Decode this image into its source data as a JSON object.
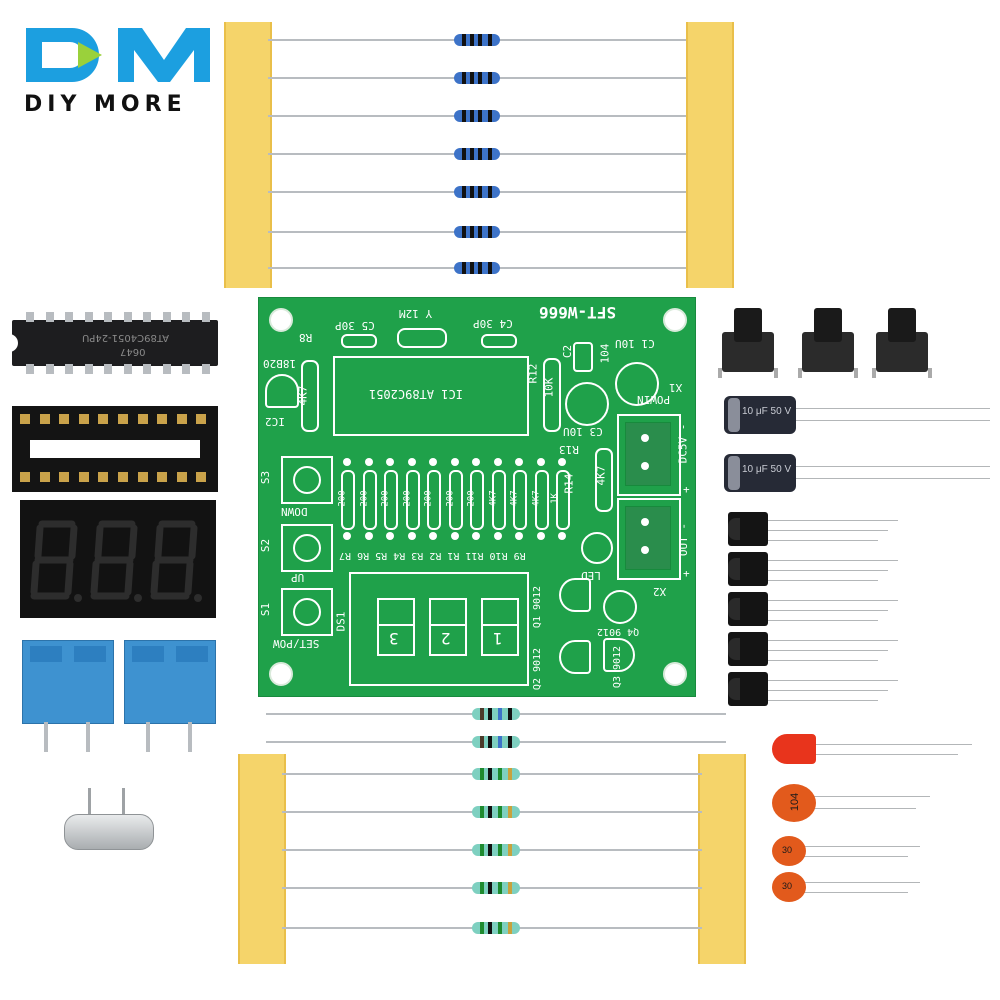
{
  "logo": {
    "letters": "DM",
    "brand": "DIY MORE",
    "color": "#1c9fe0"
  },
  "pcb": {
    "model": "SFT-W666",
    "labels": {
      "ic1": "IC1 AT89C2051",
      "crystal": "Y 12M",
      "c5": "C5 30P",
      "c4": "C4 30P",
      "r8": "R8",
      "sensor": "18B20",
      "ic2": "IC2",
      "r8val": "4K7",
      "r12": "R12",
      "r12val": "10K",
      "c2": "C2",
      "c2val": "104",
      "c1": "C1 10U",
      "x1": "X1",
      "powin": "POWIN",
      "c3": "C3 10U",
      "r13": "R13",
      "dc5v": "DC5V -",
      "plus": "+",
      "r14": "R14",
      "r14val": "4K7",
      "s3": "S3",
      "down": "DOWN",
      "s2": "S2",
      "up": "UP",
      "s1": "S1",
      "setpow": "SET/POW",
      "rrow": "R9 R10 R11 R1 R2 R3 R4 R5 R6 R7",
      "led": "LED",
      "out": "OUT -",
      "plus2": "+",
      "x2": "X2",
      "q1": "Q1 9012",
      "q2": "Q2 9012",
      "q3": "Q3 9012",
      "q4": "Q4 9012",
      "ds1": "DS1"
    },
    "resistor_values": [
      "200",
      "200",
      "200",
      "200",
      "200",
      "200",
      "200",
      "4K7",
      "4K7",
      "4K7",
      "1K"
    ],
    "digits": [
      "3",
      "2",
      "1"
    ]
  },
  "chip": {
    "marking1": "AT89C4051-24PU",
    "marking2": "0647"
  },
  "display": {
    "text": "8.8.8."
  },
  "caps": {
    "electrolytic": "10 μF 50 V",
    "ceramic_large": "104",
    "ceramic_small": "30"
  },
  "colors": {
    "pcb": "#1fa14a",
    "tape": "#f5d46a",
    "resistor_blue": "#3d73c8",
    "resistor_green": "#7ed0c0",
    "terminal": "#3e92d0",
    "led": "#e8341c",
    "ceramic": "#e25a1c"
  }
}
